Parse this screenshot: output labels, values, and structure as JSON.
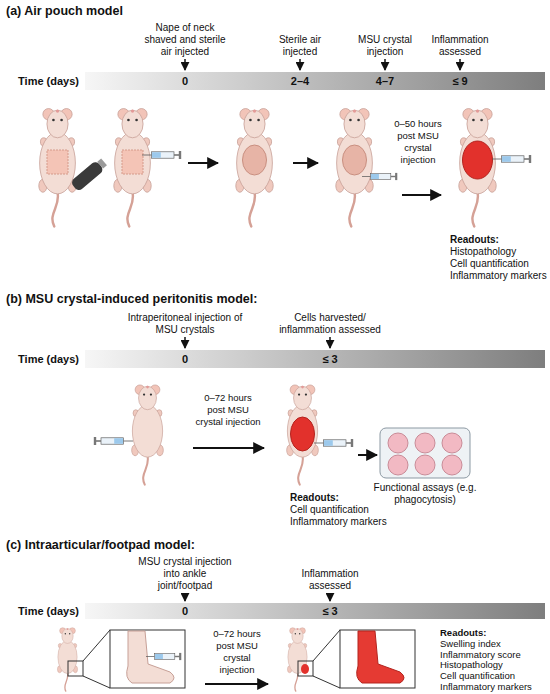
{
  "diagram": {
    "nodes": [
      {
        "text": [
          "Time (days)",
          "0",
          "2–4",
          "4–7",
          "≤ 9"
        ]
      },
      {
        "text": [
          "Time (days)",
          "0",
          "≤ 3"
        ]
      },
      {
        "text": [
          "Time (days)",
          "0",
          "≤ 3"
        ]
      }
    ],
    "labels": [
      "(a) Air pouch model",
      "Nape of neck shaved and sterile air injected",
      "Sterile air injected",
      "MSU crystal injection",
      "Inflammation assessed",
      "0–50 hours post MSU crystal injection",
      "Readouts:",
      "Histopathology",
      "Cell quantification",
      "Inflammatory markers",
      "(b) MSU crystal-induced peritonitis model:",
      "Intraperitoneal injection of MSU crystals",
      "Cells harvested/ inflammation assessed",
      "0–72 hours post MSU crystal injection",
      "Readouts:",
      "Cell quantification",
      "Inflammatory markers",
      "Functional assays (e.g. phagocytosis)",
      "(c) Intraarticular/footpad model:",
      "MSU crystal injection into ankle joint/footpad",
      "Inflammation assessed",
      "0–72 hours post MSU crystal injection",
      "Readouts:",
      "Swelling index",
      "Inflammatory score",
      "Histopathology",
      "Cell quantification",
      "Inflammatory markers"
    ]
  }
}
